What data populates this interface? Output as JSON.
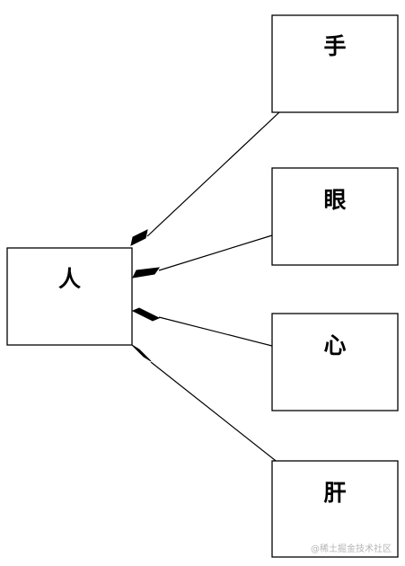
{
  "diagram": {
    "type": "composition",
    "stroke_color": "#000000",
    "fill_color": "#ffffff",
    "whole": {
      "label": "人"
    },
    "parts": [
      {
        "label": "手"
      },
      {
        "label": "眼"
      },
      {
        "label": "心"
      },
      {
        "label": "肝"
      }
    ],
    "connector": "filled-diamond"
  },
  "watermark": {
    "text": "@稀土掘金技术社区"
  }
}
